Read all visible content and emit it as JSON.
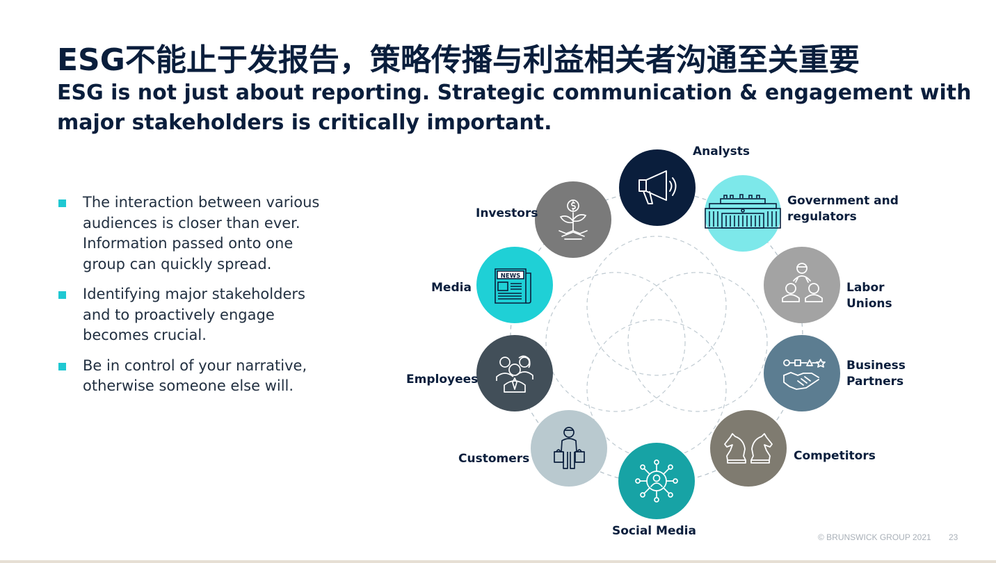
{
  "title_cn": "ESG不能止于发报告，策略传播与利益相关者沟通至关重要",
  "title_en": "ESG is not just about reporting. Strategic communication & engagement with major stakeholders is critically important.",
  "bullets": [
    "The interaction between various audiences is closer than ever. Information passed onto one group can quickly spread.",
    "Identifying major stakeholders and to proactively engage becomes crucial.",
    "Be in control of your narrative, otherwise someone else will."
  ],
  "stakeholders": [
    {
      "label": "Analysts",
      "icon": "megaphone-icon",
      "color": "#0a1e3c"
    },
    {
      "label": "Government and regulators",
      "icon": "government-building-icon",
      "color": "#7de8ea"
    },
    {
      "label": "Labor Unions",
      "icon": "workers-group-icon",
      "color": "#a3a3a3"
    },
    {
      "label": "Business Partners",
      "icon": "handshake-icon",
      "color": "#5c7d91"
    },
    {
      "label": "Competitors",
      "icon": "chess-knights-icon",
      "color": "#7f7b70"
    },
    {
      "label": "Social Media",
      "icon": "network-user-icon",
      "color": "#17a3a5"
    },
    {
      "label": "Customers",
      "icon": "shopper-icon",
      "color": "#b9c9cf"
    },
    {
      "label": "Employees",
      "icon": "team-people-icon",
      "color": "#424f59"
    },
    {
      "label": "Media",
      "icon": "newspaper-icon",
      "color": "#1fd0d6"
    },
    {
      "label": "Investors",
      "icon": "money-plant-icon",
      "color": "#7a7a7a"
    }
  ],
  "labels": {
    "analysts": "Analysts",
    "government_1": "Government and",
    "government_2": "regulators",
    "labor_1": "Labor",
    "labor_2": "Unions",
    "business_1": "Business",
    "business_2": "Partners",
    "competitors": "Competitors",
    "social_media": "Social Media",
    "customers": "Customers",
    "employees": "Employees",
    "media": "Media",
    "investors": "Investors"
  },
  "newspaper_text": "NEWS",
  "footer": "© BRUNSWICK GROUP 2021",
  "page_number": "23",
  "colors": {
    "title": "#0a1e3c",
    "bullet_marker": "#1fc8d2",
    "dashed_circles": "#b8c4cc"
  }
}
